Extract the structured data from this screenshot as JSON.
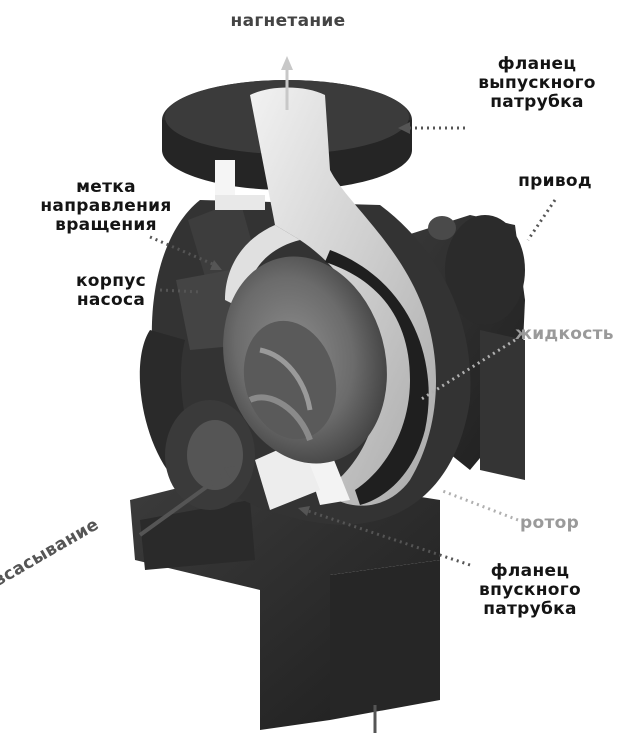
{
  "labels": {
    "discharge": "нагнетание",
    "outlet_flange": [
      "фланец",
      "выпускного",
      "патрубка"
    ],
    "drive": "привод",
    "rotation_mark": [
      "метка",
      "направления",
      "вращения"
    ],
    "pump_casing": [
      "корпус",
      "насоса"
    ],
    "liquid": "жидкость",
    "rotor": "ротор",
    "suction": "всасывание",
    "inlet_flange": [
      "фланец",
      "впускного",
      "патрубка"
    ]
  },
  "colors": {
    "body_dark": "#2f2f2f",
    "body_mid": "#4a4a4a",
    "cutaway_light": "#d9d9d9",
    "label_text": "#141414",
    "label_grey": "#9a9a9a",
    "arrow_dark": "#555555",
    "arrow_light": "#c8c8c8"
  }
}
